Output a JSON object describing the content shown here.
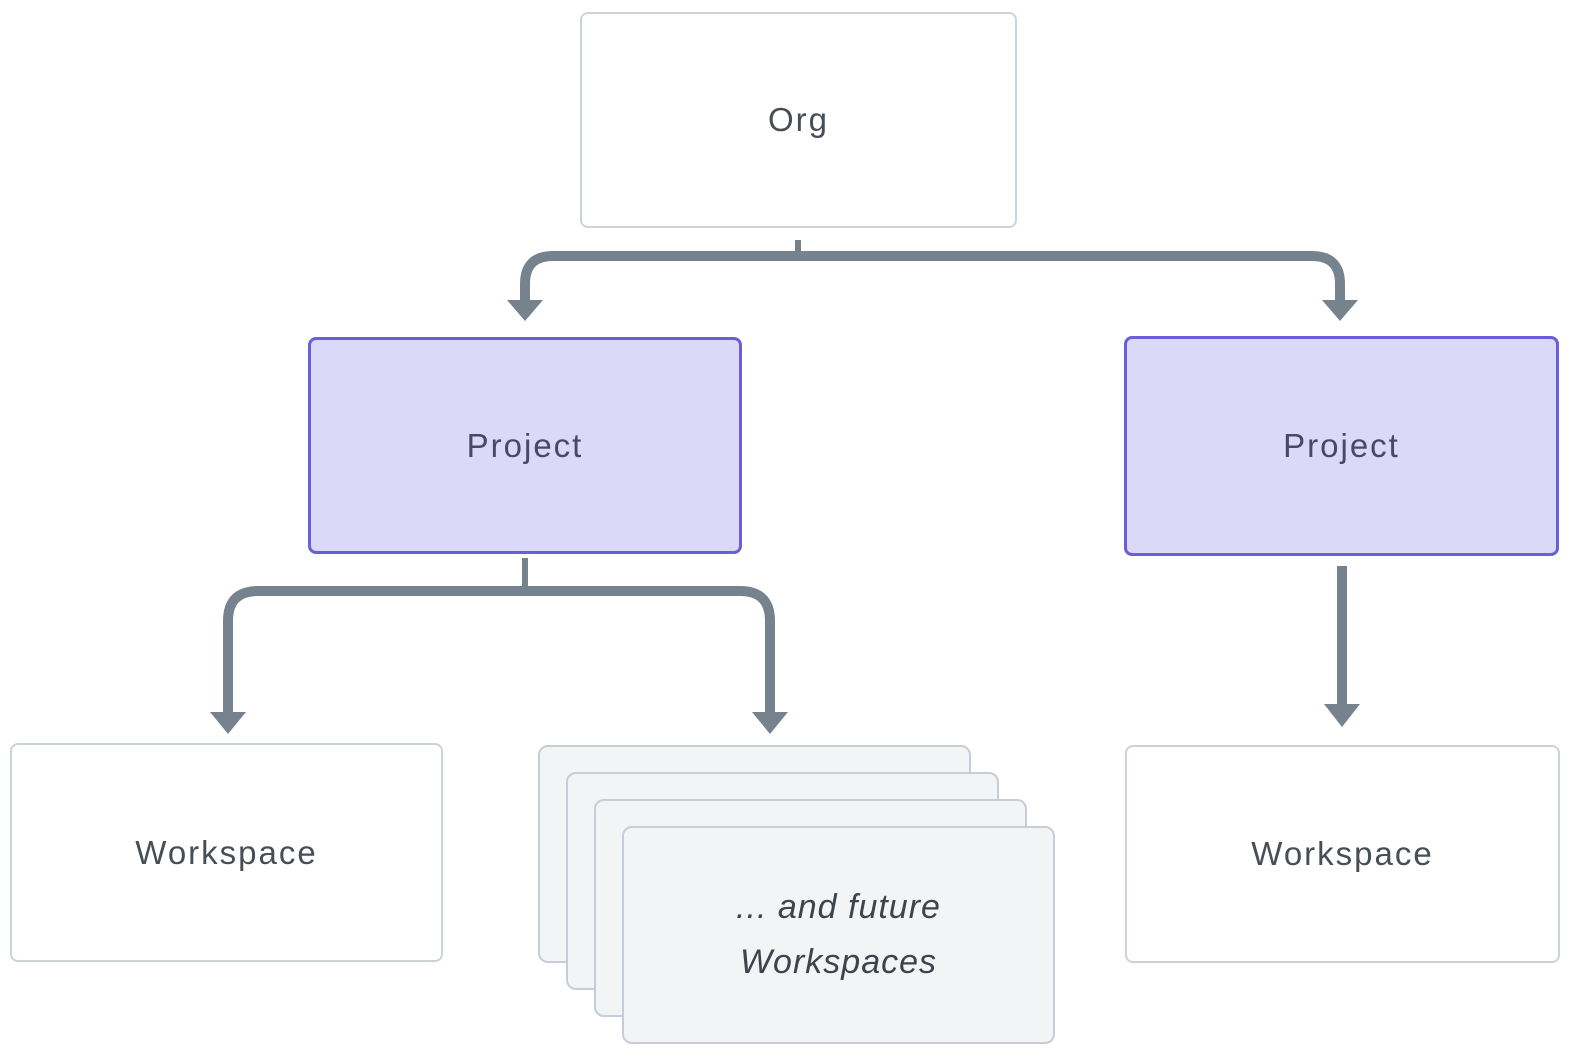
{
  "diagram": {
    "nodes": {
      "org": {
        "label": "Org"
      },
      "project_left": {
        "label": "Project"
      },
      "project_right": {
        "label": "Project"
      },
      "workspace_left": {
        "label": "Workspace"
      },
      "workspace_right": {
        "label": "Workspace"
      },
      "future_workspaces": {
        "label_line1": "... and future",
        "label_line2": "Workspaces",
        "stacked_card_count": 4
      }
    },
    "edges": [
      {
        "from": "Org",
        "to": "Project (left)"
      },
      {
        "from": "Org",
        "to": "Project (right)"
      },
      {
        "from": "Project (left)",
        "to": "Workspace (left)"
      },
      {
        "from": "Project (left)",
        "to": "... and future Workspaces"
      },
      {
        "from": "Project (right)",
        "to": "Workspace (right)"
      }
    ],
    "colors": {
      "node_fill": "#FFFFFF",
      "node_border": "#CCD2D9",
      "project_fill": "#DCD8F7",
      "project_border": "#6A5FD6",
      "project_text": "#4A4963",
      "stack_fill": "#F2F4F6",
      "stack_border": "#C7CDD4",
      "connector": "#76828E",
      "text": "#474E56",
      "future_text": "#3E444B"
    }
  }
}
